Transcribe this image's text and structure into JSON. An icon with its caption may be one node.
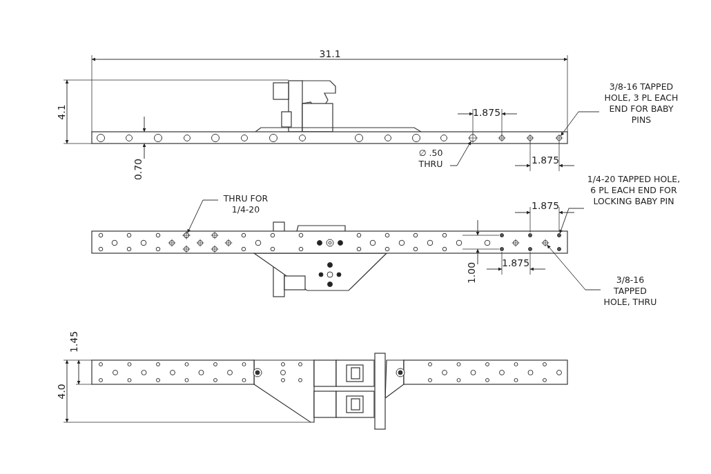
{
  "diagram": {
    "nodes": [
      {
        "text": [
          "3/8-16 TAPPED HOLE, 3 PL EACH END FOR BABY PINS"
        ]
      },
      {
        "text": [
          "∅ .50 THRU"
        ]
      },
      {
        "text": [
          "THRU FOR 1/4-20"
        ]
      },
      {
        "text": [
          "1/4-20 TAPPED HOLE, 6 PL EACH END FOR LOCKING BABY PIN"
        ]
      },
      {
        "text": [
          "3/8-16 TAPPED HOLE, THRU"
        ]
      },
      {
        "text": [],
        "shape": "circle"
      },
      {
        "text": [],
        "shape": "circle"
      },
      {
        "text": [],
        "shape": "circle"
      },
      {
        "text": [],
        "shape": "circle"
      },
      {
        "text": [],
        "shape": "circle"
      }
    ],
    "edges": [
      {
        "from": 0,
        "to": 5,
        "arrow": "to"
      },
      {
        "from": 1,
        "to": 6,
        "arrow": "to"
      },
      {
        "from": 2,
        "to": 7,
        "arrow": "to"
      },
      {
        "from": 3,
        "to": 8,
        "arrow": "to"
      },
      {
        "from": 4,
        "to": 9,
        "arrow": "to"
      }
    ],
    "labels": [
      "31.1",
      "4.1",
      "1.875",
      "0.70",
      "1.875",
      "1.875",
      "1.00",
      "1.875",
      "1.45",
      "4.0"
    ]
  }
}
